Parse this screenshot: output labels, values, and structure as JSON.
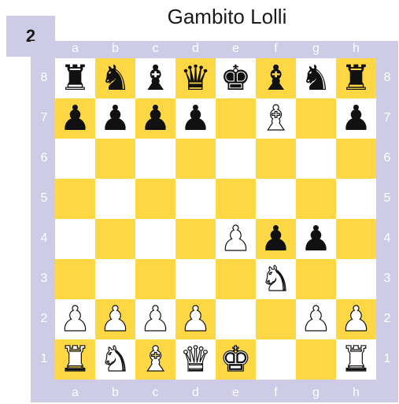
{
  "diagram_number": "2",
  "title": "Gambito Lolli",
  "colors": {
    "light_square": "#ffffff",
    "dark_square": "#fed745",
    "frame": "#cdcbe6"
  },
  "files": [
    "a",
    "b",
    "c",
    "d",
    "e",
    "f",
    "g",
    "h"
  ],
  "ranks": [
    "8",
    "7",
    "6",
    "5",
    "4",
    "3",
    "2",
    "1"
  ],
  "board": [
    [
      "bR",
      "bN",
      "bB",
      "bQ",
      "bK",
      "bB",
      "bN",
      "bR"
    ],
    [
      "bP",
      "bP",
      "bP",
      "bP",
      "",
      "wB",
      "",
      "bP"
    ],
    [
      "",
      "",
      "",
      "",
      "",
      "",
      "",
      ""
    ],
    [
      "",
      "",
      "",
      "",
      "",
      "",
      "",
      ""
    ],
    [
      "",
      "",
      "",
      "",
      "wP",
      "bP",
      "bP",
      ""
    ],
    [
      "",
      "",
      "",
      "",
      "",
      "wN",
      "",
      ""
    ],
    [
      "wP",
      "wP",
      "wP",
      "wP",
      "",
      "",
      "wP",
      "wP"
    ],
    [
      "wR",
      "wN",
      "wB",
      "wQ",
      "wK",
      "",
      "",
      "wR"
    ]
  ]
}
